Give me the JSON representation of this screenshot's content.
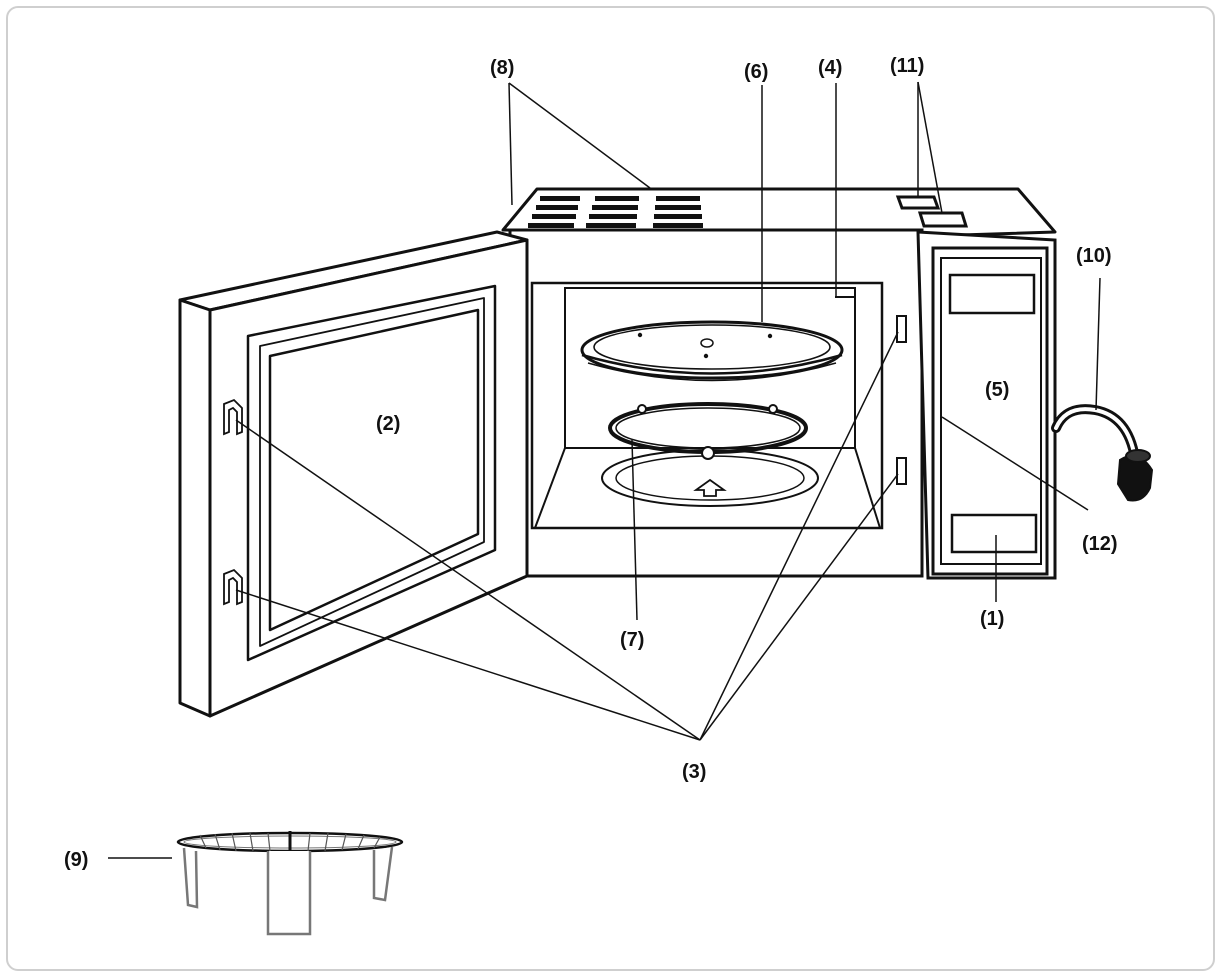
{
  "callouts": {
    "c1": "(1)",
    "c2": "(2)",
    "c3": "(3)",
    "c4": "(4)",
    "c5": "(5)",
    "c6": "(6)",
    "c7": "(7)",
    "c8": "(8)",
    "c9": "(9)",
    "c10": "(10)",
    "c11": "(11)",
    "c12": "(12)"
  }
}
